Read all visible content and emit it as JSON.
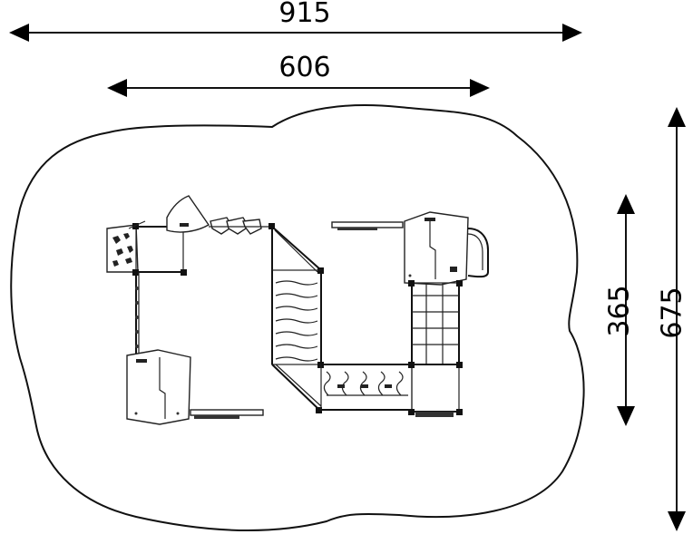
{
  "dimensions": {
    "overall_width": "915",
    "inner_width": "606",
    "inner_depth": "365",
    "overall_depth": "675"
  }
}
